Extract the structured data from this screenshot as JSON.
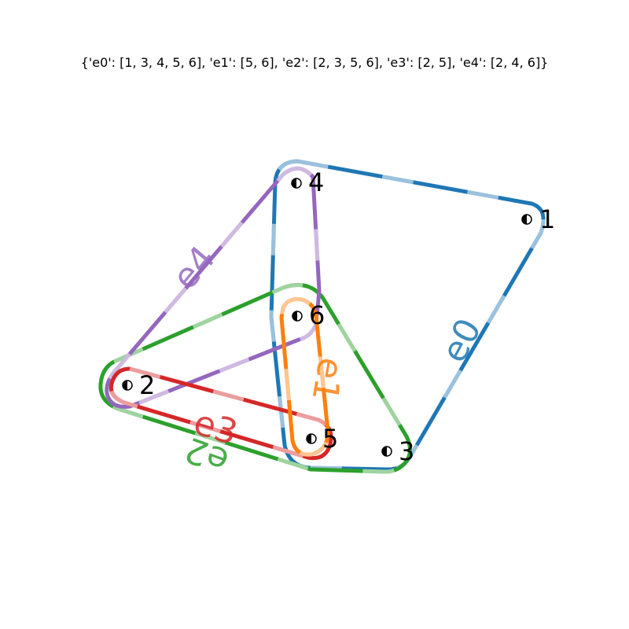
{
  "title": "{'e0': [1, 3, 4, 5, 6], 'e1': [5, 6], 'e2': [2, 3, 5, 6], 'e3': [2, 5], 'e4': [2, 4, 6]}",
  "nodes": [
    {
      "id": "1",
      "label": "1"
    },
    {
      "id": "2",
      "label": "2"
    },
    {
      "id": "3",
      "label": "3"
    },
    {
      "id": "4",
      "label": "4"
    },
    {
      "id": "5",
      "label": "5"
    },
    {
      "id": "6",
      "label": "6"
    }
  ],
  "edges": [
    {
      "id": "e0",
      "label": "e0",
      "members": [
        "1",
        "3",
        "4",
        "5",
        "6"
      ],
      "color": "#1f77b4"
    },
    {
      "id": "e1",
      "label": "e1",
      "members": [
        "5",
        "6"
      ],
      "color": "#ff7f0e"
    },
    {
      "id": "e2",
      "label": "e2",
      "members": [
        "2",
        "3",
        "5",
        "6"
      ],
      "color": "#2ca02c"
    },
    {
      "id": "e3",
      "label": "e3",
      "members": [
        "2",
        "5"
      ],
      "color": "#d62728"
    },
    {
      "id": "e4",
      "label": "e4",
      "members": [
        "2",
        "4",
        "6"
      ],
      "color": "#9467bd"
    }
  ]
}
